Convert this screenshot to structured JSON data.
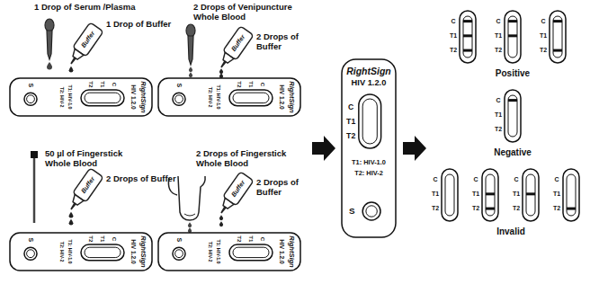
{
  "diagram": {
    "nodes": [
      {
        "text": [
          "RightSign",
          "HIV 1.2.0",
          "C",
          "T1",
          "T2",
          "T1: HIV-1.0",
          "T2: HIV-2",
          "S"
        ]
      },
      {
        "text": [
          "RightSign",
          "HIV 1.2.0",
          "C",
          "T1",
          "T2",
          "T1: HIV-1.0",
          "T2: HIV-2",
          "S"
        ]
      },
      {
        "text": [
          "RightSign",
          "HIV 1.2.0",
          "C",
          "T1",
          "T2",
          "T1: HIV-1.0",
          "T2: HIV-2",
          "S"
        ]
      },
      {
        "text": [
          "RightSign",
          "HIV 1.2.0",
          "C",
          "T1",
          "T2",
          "T1: HIV-1.0",
          "T2: HIV-2",
          "S"
        ]
      },
      {
        "text": [
          "RightSign",
          "HIV 1.2.0",
          "C",
          "T1",
          "T2",
          "T1: HIV-1.0",
          "T2: HIV-2",
          "S"
        ]
      }
    ],
    "labels": [
      "1 Drop of Serum /Plasma",
      "1 Drop of Buffer",
      "Buffer",
      "2 Drops of Venipuncture Whole Blood",
      "2 Drops of Buffer",
      "Buffer",
      "50 µl of Fingerstick Whole Blood",
      "2 Drops of Buffer",
      "Buffer",
      "2 Drops of Fingerstick Whole Blood",
      "2 Drops of Buffer",
      "Buffer",
      "C",
      "T1",
      "T2",
      "C",
      "T1",
      "T2",
      "C",
      "T1",
      "T2",
      "Positive",
      "C",
      "T1",
      "T2",
      "Negative",
      "C",
      "T1",
      "T2",
      "C",
      "T1",
      "T2",
      "C",
      "T1",
      "T2",
      "C",
      "T1",
      "T2",
      "Invalid"
    ]
  }
}
